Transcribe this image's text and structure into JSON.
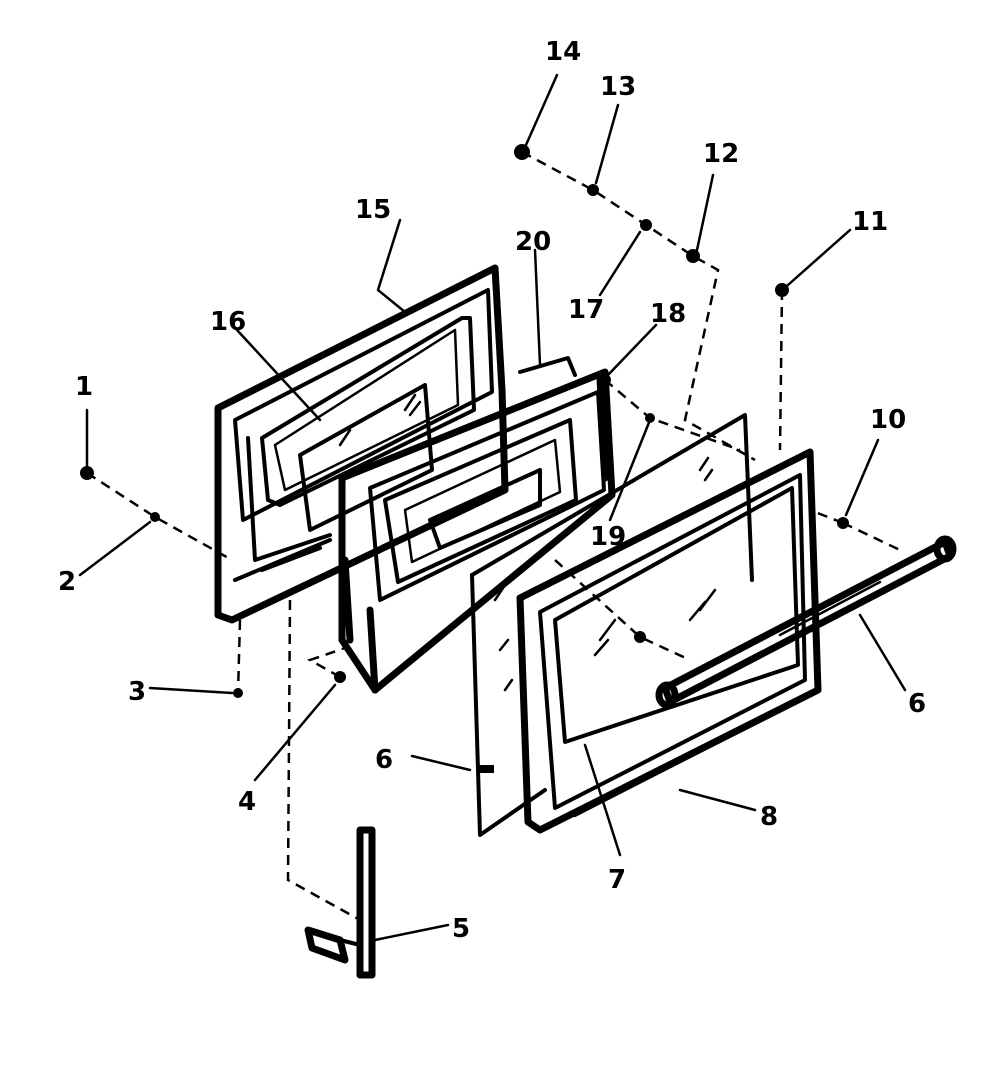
{
  "callouts": [
    {
      "id": "c1",
      "text": "1"
    },
    {
      "id": "c2",
      "text": "2"
    },
    {
      "id": "c3",
      "text": "3"
    },
    {
      "id": "c4",
      "text": "4"
    },
    {
      "id": "c5",
      "text": "5"
    },
    {
      "id": "c6a",
      "text": "6"
    },
    {
      "id": "c6b",
      "text": "6"
    },
    {
      "id": "c7",
      "text": "7"
    },
    {
      "id": "c8",
      "text": "8"
    },
    {
      "id": "c10",
      "text": "10"
    },
    {
      "id": "c11",
      "text": "11"
    },
    {
      "id": "c12",
      "text": "12"
    },
    {
      "id": "c13",
      "text": "13"
    },
    {
      "id": "c14",
      "text": "14"
    },
    {
      "id": "c15",
      "text": "15"
    },
    {
      "id": "c16",
      "text": "16"
    },
    {
      "id": "c17",
      "text": "17"
    },
    {
      "id": "c18",
      "text": "18"
    },
    {
      "id": "c19",
      "text": "19"
    },
    {
      "id": "c20",
      "text": "20"
    }
  ]
}
